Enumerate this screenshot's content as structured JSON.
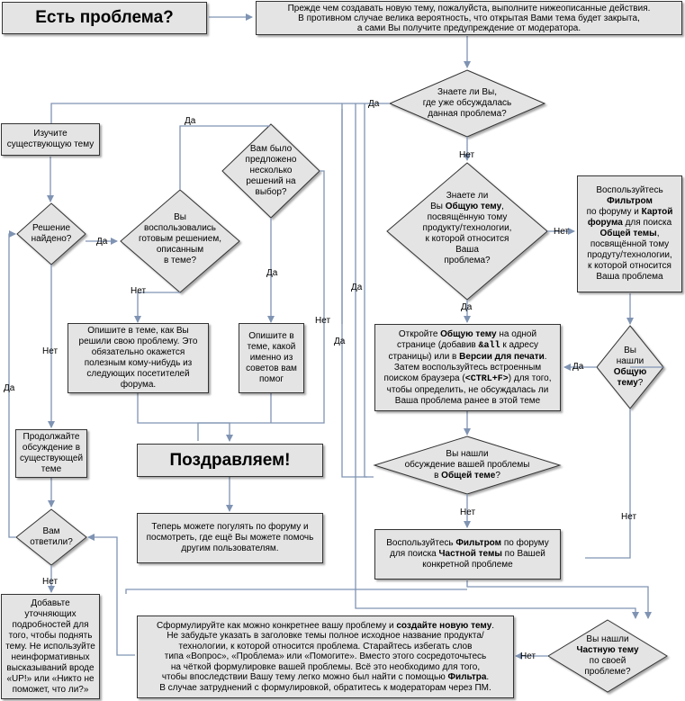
{
  "start_title": "Есть проблема?",
  "intro": {
    "lines": [
      "Прежде чем создавать новую тему, пожалуйста, выполните нижеописанные действия.",
      "В противном случае велика вероятность, что открытая Вами тема будет закрыта,",
      "а сами Вы получите предупреждение от модератора."
    ]
  },
  "decisions": {
    "know_discussed": [
      "Знаете ли Вы,",
      "где уже обсуждалась",
      "данная проблема?"
    ],
    "used_solution": [
      "Вы",
      "воспользовались",
      "готовым решением,",
      "описанным",
      "в теме?"
    ],
    "offered_several": [
      "Вам было",
      "предложено",
      "несколько",
      "решений на",
      "выбор?"
    ],
    "solution_found": [
      "Решение",
      "найдено?"
    ],
    "know_general": {
      "line1": "Знаете ли",
      "line2_pre": "Вы ",
      "line2_bold": "Общую тему",
      "line2_post": ",",
      "rest": [
        "посвящённую тому",
        "продукту/технологии,",
        "к которой относится",
        "Ваша",
        "проблема?"
      ]
    },
    "found_general": {
      "line1": "Вы",
      "line2": "нашли",
      "line3": "Общую",
      "line4": "тему",
      "suffix": "?"
    },
    "found_discussion": {
      "line1": "Вы нашли",
      "line2": "обсуждение вашей проблемы",
      "line3_pre": "в ",
      "line3_bold": "Общей теме",
      "line3_post": "?"
    },
    "answered": [
      "Вам",
      "ответили?"
    ],
    "found_specific": {
      "line1": "Вы нашли",
      "line2": "Частную тему",
      "line3": "по своей",
      "line4": "проблеме?"
    }
  },
  "boxes": {
    "study": [
      "Изучите",
      "существующую тему"
    ],
    "describe_solution": [
      "Опишите в теме, как Вы",
      "решили свою проблему. Это",
      "обязательно окажется",
      "полезным кому-нибудь из",
      "следующих посетителей",
      "форума."
    ],
    "describe_advice": [
      "Опишите в",
      "теме, какой",
      "именно из",
      "советов вам",
      "помог"
    ],
    "congrats": "Поздравляем!",
    "browse": [
      "Теперь можете погулять по форуму и",
      "посмотреть, где ещё Вы можете помочь",
      "другим пользователям."
    ],
    "continue": [
      "Продолжайте",
      "обсуждение в",
      "существующей",
      "теме"
    ],
    "add_details": [
      "Добавьте",
      "уточняющих",
      "подробностей для",
      "того, чтобы поднять",
      "тему. Не используйте",
      "неинформативных",
      "высказываний вроде",
      "«UP!» или «Никто не",
      "поможет, что ли?»"
    ],
    "use_filter_general": {
      "l1": "Воспользуйтесь",
      "l2": "Фильтром",
      "l3": "по форуму и ",
      "l3b": "Картой",
      "l4b": "форума",
      "l4": " для поиска",
      "l5b": "Общей темы",
      "l5": ",",
      "rest": [
        "посвящённой тому",
        "продуту/технологии,",
        "к которой относится",
        "Ваша проблема"
      ]
    },
    "open_general": {
      "l1": "Откройте ",
      "l1b": "Общую тему",
      "l1c": " на одной",
      "l2": "странице (добавив ",
      "l2code": "&all",
      "l2c": " к адресу",
      "l3": "страницы) или в ",
      "l3b": "Версии для печати",
      "l3c": ".",
      "l4": "Затем воспользуйтесь встроенным",
      "l5": "поиском браузера (",
      "l5code": "<CTRL+F>",
      "l5c": ") для того,",
      "l6": "чтобы определить, не обсуждалась ли",
      "l7": "Ваша проблема ранее в этой теме"
    },
    "use_filter_specific": {
      "l1": "Воспользуйтесь ",
      "l1b": "Фильтром",
      "l1c": " по форуму",
      "l2": "для поиска ",
      "l2b": "Частной темы",
      "l2c": " по Вашей",
      "l3": "конкретной проблеме"
    },
    "create_topic": {
      "l1": "Сформулируйте как можно конкретнее вашу проблему и ",
      "l1b": "создайте новую тему",
      "l1c": ".",
      "lines": [
        "Не забудьте указать в заголовке темы полное исходное название продукта/",
        "технологии, к которой относится проблема. Старайтесь избегать слов",
        "типа «Вопрос», «Проблема» или «Помогите». Вместо этого сосредоточьтесь",
        "на чёткой формулировке вашей проблемы. Всё это необходимо для того,"
      ],
      "l6": "чтобы впоследствии Вашу тему легко можно был найти с помощью ",
      "l6b": "Фильтра",
      "l6c": ".",
      "l7": "В случае затруднений с формулировкой, обратитесь к модераторам через ПМ."
    }
  },
  "edge_labels": {
    "yes": "Да",
    "no": "Нет"
  },
  "colors": {
    "box_fill": "#e4e4e4",
    "line": "#7f93b3",
    "border": "#333333"
  }
}
